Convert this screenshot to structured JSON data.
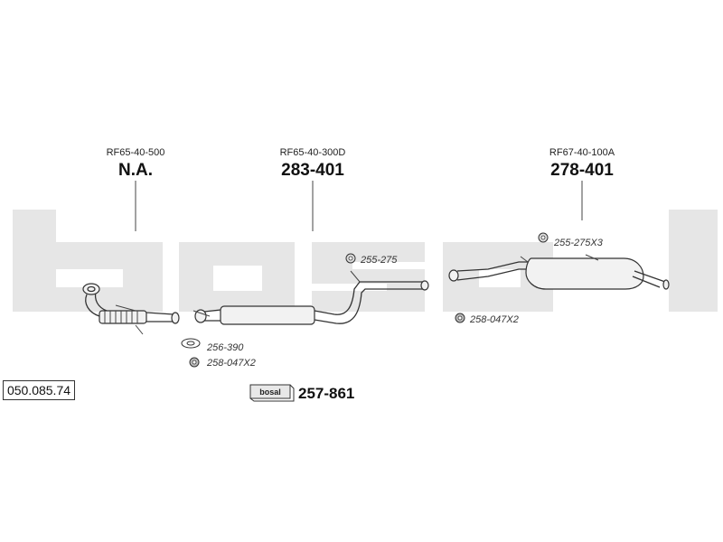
{
  "parts": {
    "front": {
      "ref": "RF65-40-500",
      "code": "N.A."
    },
    "middle": {
      "ref": "RF65-40-300D",
      "code": "283-401"
    },
    "rear": {
      "ref": "RF67-40-100A",
      "code": "278-401"
    }
  },
  "accessories": {
    "gasket_front": "256-390",
    "nut_front": "258-047X2",
    "clamp_middle": "255-275",
    "nut_rear": "258-047X2",
    "clamp_rear": "255-275X3"
  },
  "kit": {
    "logo": "bosal",
    "code": "257-861"
  },
  "article_number": "050.085.74",
  "watermark_brand": "bosal"
}
